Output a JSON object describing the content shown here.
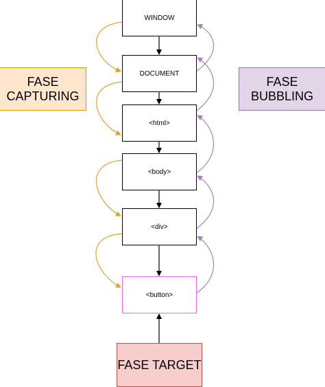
{
  "nodes": [
    {
      "id": "window",
      "label": "WINDOW"
    },
    {
      "id": "document",
      "label": "DOCUMENT"
    },
    {
      "id": "html",
      "label": "<html>"
    },
    {
      "id": "body",
      "label": "<body>"
    },
    {
      "id": "div",
      "label": "<div>"
    },
    {
      "id": "button",
      "label": "<button>"
    }
  ],
  "phases": {
    "capturing": {
      "line1": "FASE",
      "line2": "CAPTURING"
    },
    "bubbling": {
      "line1": "FASE",
      "line2": "BUBBLING"
    },
    "target": {
      "label": "FASE TARGET"
    }
  },
  "colors": {
    "capturing_arrow": "#e1a32a",
    "bubbling_arrow": "#a680b8",
    "flow_arrow": "#000000",
    "target_border": "#ea6bea",
    "capturing_fill": "#ffe6cc",
    "capturing_border": "#d79b00",
    "bubbling_fill": "#e1d5e7",
    "bubbling_border": "#9673a6",
    "target_fill": "#f8cecc",
    "target_stroke": "#b85450"
  }
}
